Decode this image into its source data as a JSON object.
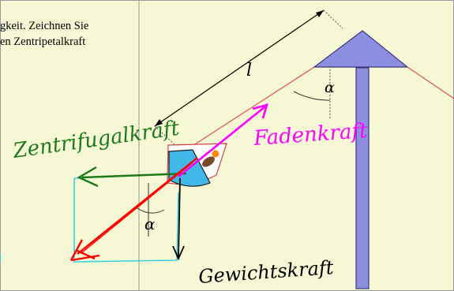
{
  "text": {
    "line1": "gkeit. Zeichnen Sie",
    "line2": "en Zentripetalkraft"
  },
  "labels": {
    "length": "l",
    "angle_top": "α",
    "angle_bottom": "α",
    "zentrifugal": "Zentrifugalkraft",
    "faden": "Fadenkraft",
    "gewicht": "Gewichtskraft"
  },
  "colors": {
    "panel_bg": "#f6f7d4",
    "mast": "#8e8ee0",
    "red": "#ff0000",
    "green": "#1c7a1c",
    "magenta": "#ff00ff",
    "cyan": "#38d0e0",
    "seat": "#40b8e8",
    "thread": "#e05050"
  }
}
